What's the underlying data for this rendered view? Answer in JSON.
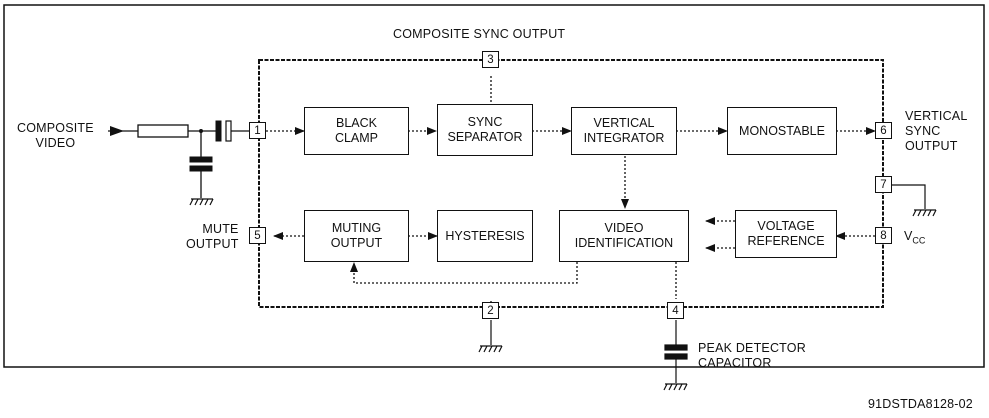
{
  "labels": {
    "composite_sync_output": "COMPOSITE SYNC OUTPUT",
    "composite_video": "COMPOSITE\nVIDEO",
    "vertical_sync_output": "VERTICAL\nSYNC\nOUTPUT",
    "mute_output": "MUTE\nOUTPUT",
    "vcc_main": "V",
    "vcc_sub": "CC",
    "peak_detector": "PEAK DETECTOR\nCAPACITOR",
    "figure_code": "91DSTDA8128-02"
  },
  "blocks": {
    "black_clamp": "BLACK\nCLAMP",
    "sync_separator": "SYNC\nSEPARATOR",
    "vertical_integrator": "VERTICAL\nINTEGRATOR",
    "monostable": "MONOSTABLE",
    "muting_output": "MUTING\nOUTPUT",
    "hysteresis": "HYSTERESIS",
    "video_identification": "VIDEO\nIDENTIFICATION",
    "voltage_reference": "VOLTAGE\nREFERENCE"
  },
  "pins": {
    "p1": "1",
    "p2": "2",
    "p3": "3",
    "p4": "4",
    "p5": "5",
    "p6": "6",
    "p7": "7",
    "p8": "8"
  }
}
